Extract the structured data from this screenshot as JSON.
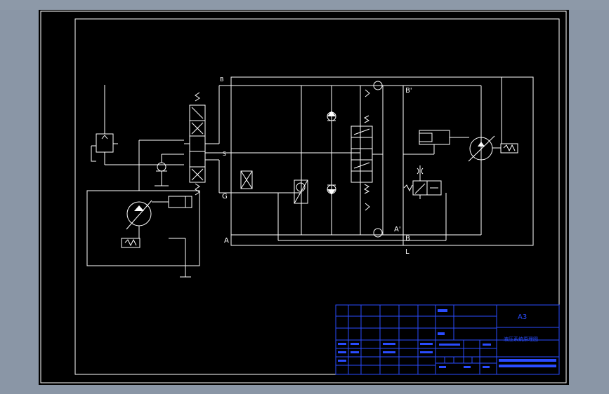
{
  "ports": {
    "b_top": "B",
    "s": "S",
    "g": "G",
    "a": "A",
    "b_prime": "B'",
    "a_prime": "A'",
    "b_bottom": "B",
    "l": "L"
  },
  "title_block": {
    "scale": "A3",
    "title": "液压系统原理图"
  },
  "colors": {
    "line": "#ffffff",
    "title_block": "#2a4cff",
    "paper": "#000000",
    "background": "#8a96a6"
  }
}
